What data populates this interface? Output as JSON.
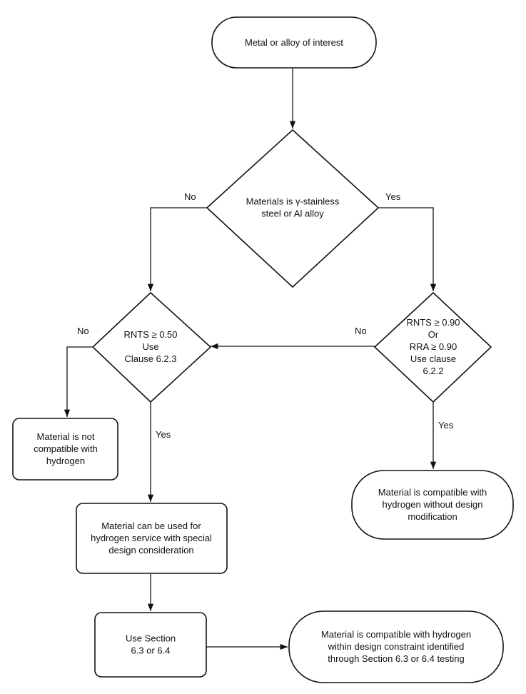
{
  "diagram": {
    "start": {
      "lines": [
        "Metal or alloy of interest"
      ]
    },
    "decision_material": {
      "lines": [
        "Materials is γ-stainless",
        "steel or Al alloy"
      ]
    },
    "decision_rnts050": {
      "lines": [
        "RNTS ≥ 0.50",
        "Use",
        "Clause 6.2.3"
      ]
    },
    "decision_rnts090": {
      "lines": [
        "RNTS ≥ 0.90",
        "Or",
        "RRA ≥ 0.90",
        "Use clause",
        "6.2.2"
      ]
    },
    "not_compatible": {
      "lines": [
        "Material is not",
        "compatible with",
        "hydrogen"
      ]
    },
    "special_design": {
      "lines": [
        "Material can be used for",
        "hydrogen service with special",
        "design consideration"
      ]
    },
    "compatible_no_mod": {
      "lines": [
        "Material is compatible with",
        "hydrogen without design",
        "modification"
      ]
    },
    "use_section": {
      "lines": [
        "Use Section",
        "6.3 or 6.4"
      ]
    },
    "compatible_constraint": {
      "lines": [
        "Material is compatible with hydrogen",
        "within design constraint identified",
        "through Section 6.3 or 6.4 testing"
      ]
    },
    "labels": {
      "material_no": "No",
      "material_yes": "Yes",
      "rnts050_no": "No",
      "rnts050_yes": "Yes",
      "rnts090_no": "No",
      "rnts090_yes": "Yes"
    }
  }
}
